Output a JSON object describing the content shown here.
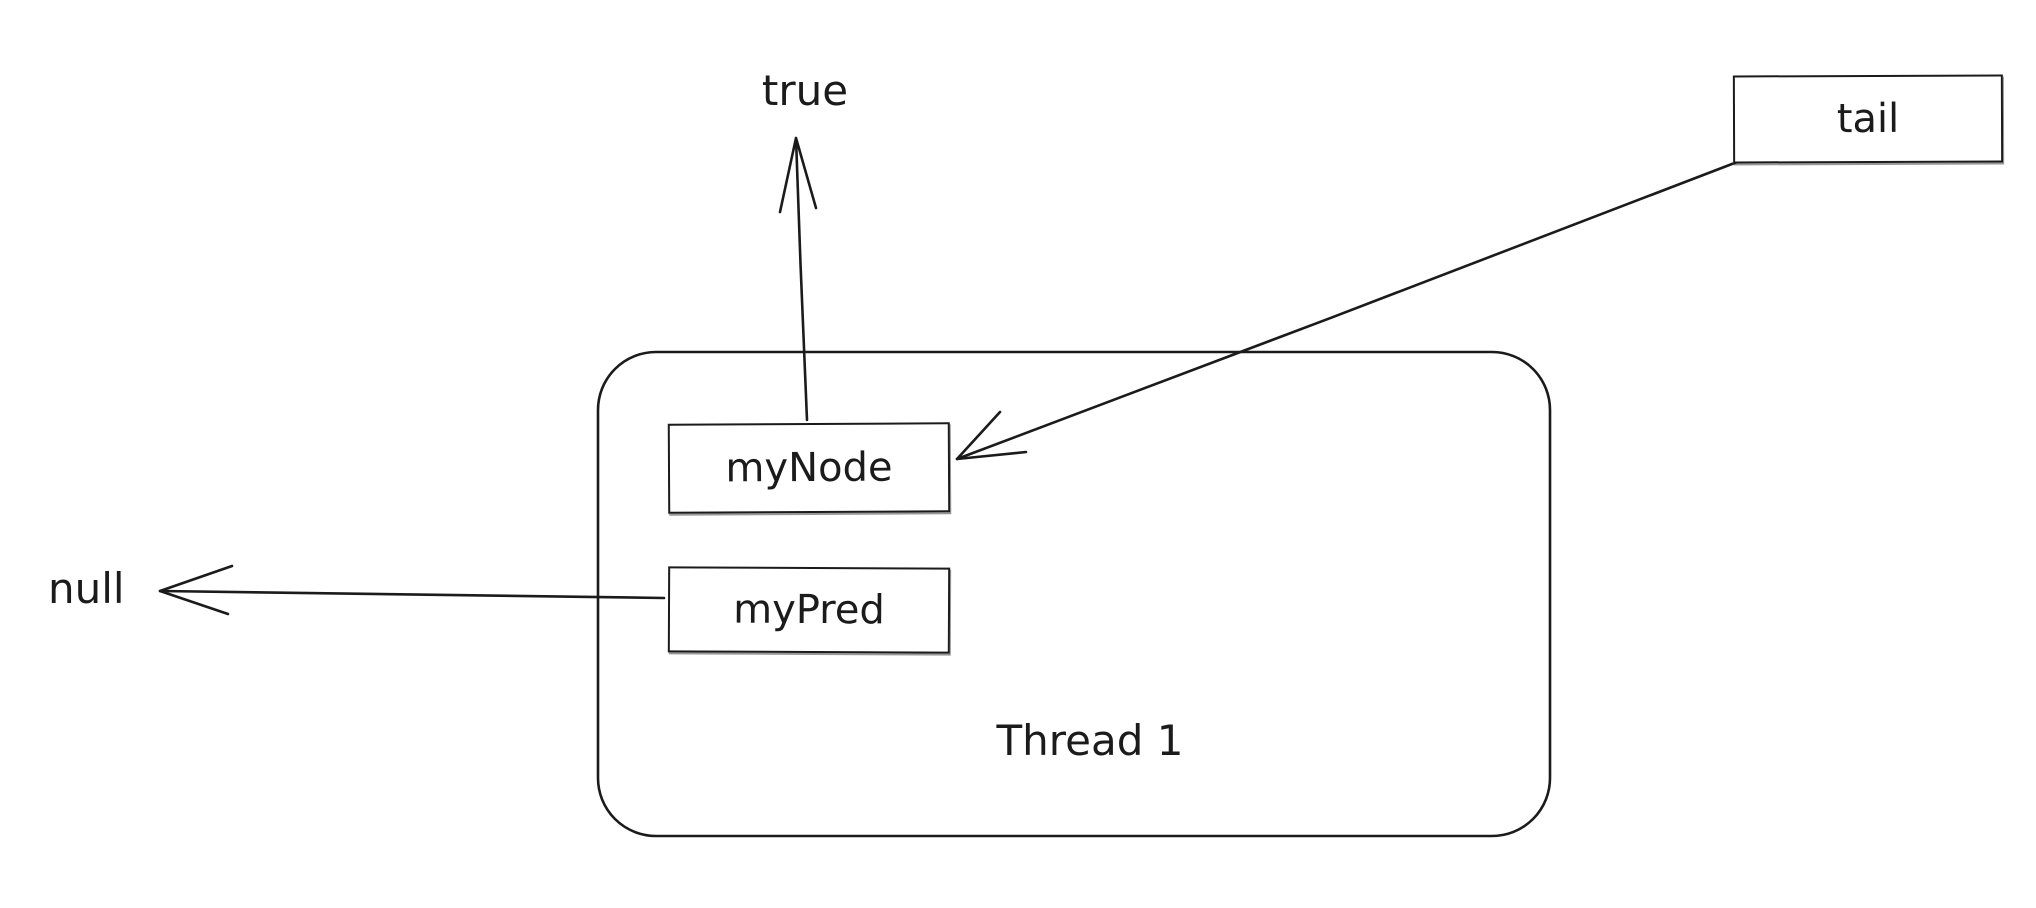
{
  "diagram": {
    "container": {
      "label": "Thread 1"
    },
    "boxes": [
      {
        "id": "myNode",
        "label": "myNode"
      },
      {
        "id": "myPred",
        "label": "myPred"
      },
      {
        "id": "tail",
        "label": "tail"
      }
    ],
    "text_labels": [
      {
        "id": "true",
        "label": "true"
      },
      {
        "id": "null",
        "label": "null"
      }
    ],
    "edges": [
      {
        "from": "myNode",
        "to": "true",
        "style": "arrow"
      },
      {
        "from": "myPred",
        "to": "null",
        "style": "arrow"
      },
      {
        "from": "tail",
        "to": "myNode",
        "style": "arrow"
      }
    ],
    "colors": {
      "stroke": "#1b1b1b",
      "background": "#ffffff"
    }
  }
}
